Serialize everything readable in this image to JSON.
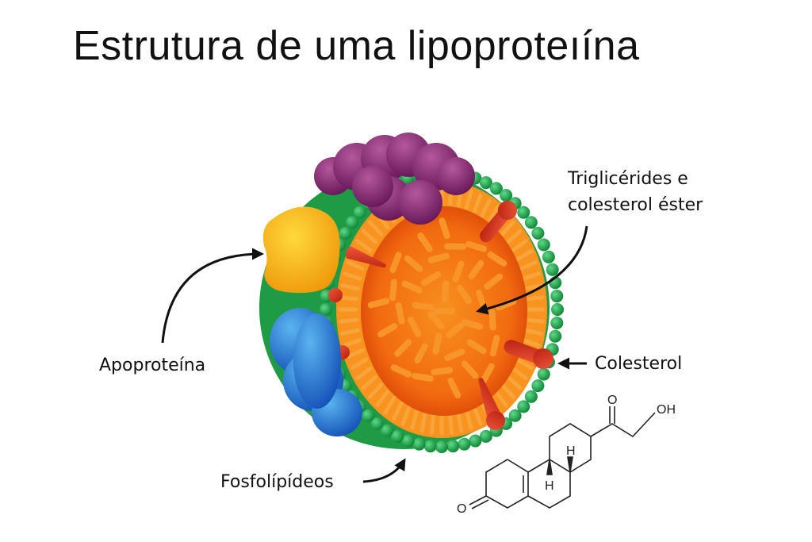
{
  "title": "Estrutura de uma lipoproteıína",
  "labels": {
    "triglycerides_line1": "Triglicérides e",
    "triglycerides_line2": "colesterol éster",
    "cholesterol": "Colesterol",
    "apoprotein": "Apoproteína",
    "phospholipids": "Fosfolípídeos"
  },
  "structure": {
    "oxygen_ketone": "O",
    "oxygen_side": "O",
    "hydroxyl": "OH",
    "hydrogen_top": "H",
    "hydrogen_bottom": "H"
  },
  "colors": {
    "phospholipid_head": "#1fa54a",
    "shell": "#f7931e",
    "core": "#f26a10",
    "cholesterol": "#d8321e",
    "protein_purple": "#8c2a78",
    "protein_yellow": "#f5b10f",
    "protein_blue": "#1e6fd0"
  }
}
